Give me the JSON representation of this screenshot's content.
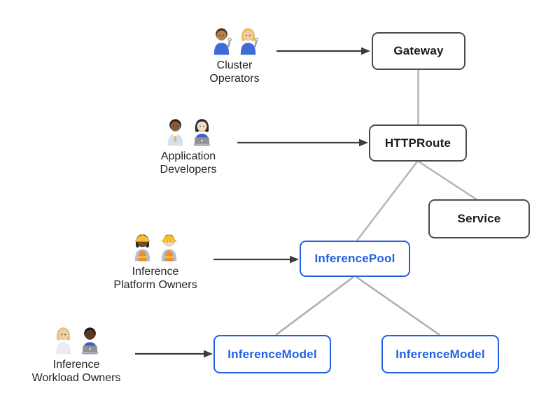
{
  "colors": {
    "background": "#ffffff",
    "box_border_dark": "#4c4c4c",
    "box_text_dark": "#1a1a1a",
    "box_border_blue": "#2161e0",
    "box_text_blue": "#2161e0",
    "connector_line": "#b5b5b5",
    "arrow": "#3c3c3c",
    "persona_label_text": "#242424"
  },
  "nodes": {
    "gateway": {
      "label": "Gateway",
      "style": "dark"
    },
    "httproute": {
      "label": "HTTPRoute",
      "style": "dark"
    },
    "service": {
      "label": "Service",
      "style": "dark"
    },
    "inference_pool": {
      "label": "InferencePool",
      "style": "blue"
    },
    "inference_model_left": {
      "label": "InferenceModel",
      "style": "blue"
    },
    "inference_model_right": {
      "label": "InferenceModel",
      "style": "blue"
    }
  },
  "edges": [
    {
      "from": "gateway",
      "to": "httproute"
    },
    {
      "from": "httproute",
      "to": "inference_pool"
    },
    {
      "from": "httproute",
      "to": "service"
    },
    {
      "from": "inference_pool",
      "to": "inference_model_left"
    },
    {
      "from": "inference_pool",
      "to": "inference_model_right"
    }
  ],
  "personas": [
    {
      "id": "cluster-operators",
      "lines": [
        "Cluster",
        "Operators"
      ],
      "emoji": "👨🏽‍🔧 👩🏼‍🔧",
      "points_to": "gateway",
      "avatars": [
        {
          "skin": "#b5804e",
          "hair": "#4a2f1d",
          "hair_style": "short",
          "shirt": "#3d6bd8",
          "wrench": true
        },
        {
          "skin": "#f2cda2",
          "hair": "#e7c05c",
          "hair_style": "long",
          "shirt": "#3d6bd8",
          "wrench": true
        }
      ]
    },
    {
      "id": "application-developers",
      "lines": [
        "Application",
        "Developers"
      ],
      "emoji": "👨🏾‍💼 👩🏻‍💻",
      "points_to": "httproute",
      "avatars": [
        {
          "skin": "#8a5a38",
          "hair": "#2e1f14",
          "hair_style": "short",
          "shirt": "#cfe2f3",
          "tie": "#e7b73c"
        },
        {
          "skin": "#f6ddc4",
          "hair": "#26262e",
          "hair_style": "long",
          "shirt": "#3d5bc9",
          "laptop": true
        }
      ]
    },
    {
      "id": "inference-platform-owners",
      "lines": [
        "Inference",
        "Platform Owners"
      ],
      "emoji": "👷🏾‍♀️ 👷🏻",
      "points_to": "inference_pool",
      "avatars": [
        {
          "skin": "#7c4a28",
          "hair": "#3a2a33",
          "hair_style": "long",
          "shirt": "#a9c3e0",
          "vest": "#ef8e2e",
          "helmet": "#f1c232"
        },
        {
          "skin": "#f2d3b2",
          "hair": "#7a5233",
          "hair_style": "short",
          "shirt": "#a9c3e0",
          "vest": "#ef8e2e",
          "helmet": "#f1c232"
        }
      ]
    },
    {
      "id": "inference-workload-owners",
      "lines": [
        "Inference",
        "Workload Owners"
      ],
      "emoji": "🧑🏼‍⚕️ 🧑🏿‍💻",
      "points_to": "inference_model_left",
      "avatars": [
        {
          "skin": "#efcda6",
          "hair": "#e2c67f",
          "hair_style": "long",
          "shirt": "#e9edf0"
        },
        {
          "skin": "#5a3a20",
          "hair": "#1b1519",
          "hair_style": "short",
          "shirt": "#3d5bc9",
          "laptop": true
        }
      ]
    }
  ]
}
